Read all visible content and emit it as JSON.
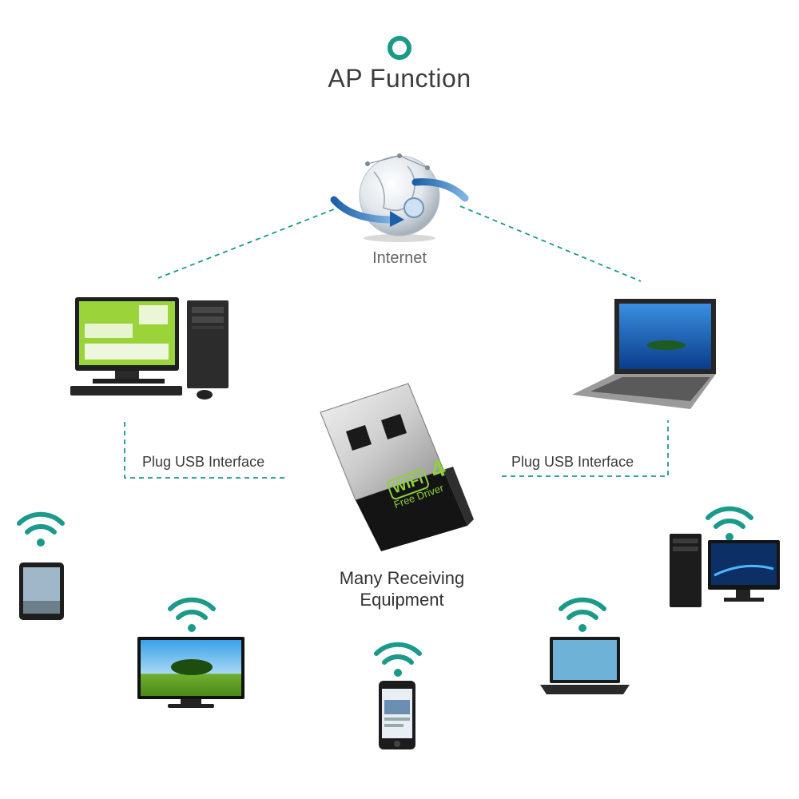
{
  "title": "AP Function",
  "internet_label": "Internet",
  "left_link_label": "Plug USB Interface",
  "right_link_label": "Plug USB Interface",
  "receivers_label_line1": "Many Receiving",
  "receivers_label_line2": "Equipment",
  "dongle": {
    "brand": "WiFi",
    "generation": "4",
    "tagline": "Free Driver"
  },
  "colors": {
    "accent_teal": "#1a9a8a",
    "dongle_green": "#8fd13a",
    "screen_green": "#9ad33a"
  },
  "icons": [
    "ring-icon",
    "globe-icon",
    "wifi-icon",
    "desktop-pc",
    "laptop",
    "usb-dongle",
    "tablet",
    "tv",
    "smartphone",
    "gaming-pc",
    "small-laptop"
  ]
}
